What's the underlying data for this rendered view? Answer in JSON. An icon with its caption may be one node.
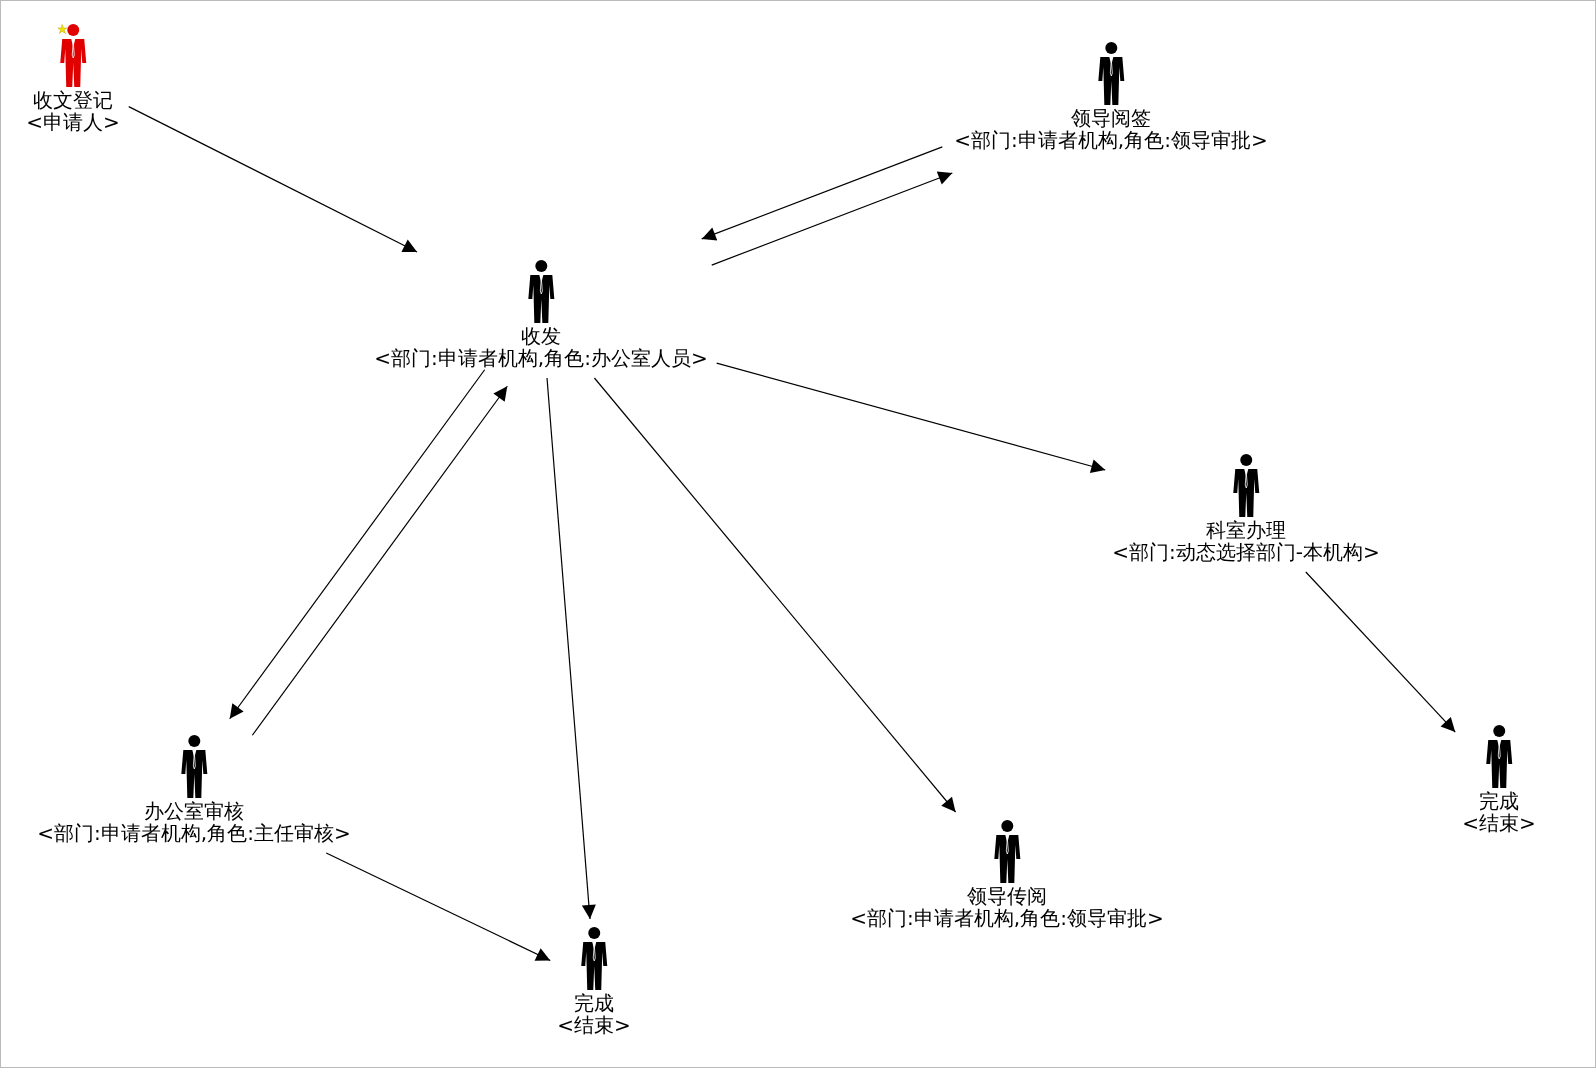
{
  "diagram": {
    "nodes": [
      {
        "text": [
          "收文登记",
          "<申请人>"
        ]
      },
      {
        "text": [
          "领导阅签",
          "<部门:申请者机构,角色:领导审批>"
        ]
      },
      {
        "text": [
          "收发",
          "<部门:申请者机构,角色:办公室人员>"
        ]
      },
      {
        "text": [
          "科室办理",
          "<部门:动态选择部门-本机构>"
        ]
      },
      {
        "text": [
          "办公室审核",
          "<部门:申请者机构,角色:主任审核>"
        ]
      },
      {
        "text": [
          "领导传阅",
          "<部门:申请者机构,角色:领导审批>"
        ]
      },
      {
        "text": [
          "完成",
          "<结束>"
        ]
      },
      {
        "text": [
          "完成",
          "<结束>"
        ]
      }
    ],
    "edges": [
      {
        "from": 0,
        "to": 2,
        "arrow": "to"
      },
      {
        "from": 2,
        "to": 1,
        "arrow": "to"
      },
      {
        "from": 1,
        "to": 2,
        "arrow": "to"
      },
      {
        "from": 2,
        "to": 3,
        "arrow": "to"
      },
      {
        "from": 2,
        "to": 4,
        "arrow": "to"
      },
      {
        "from": 4,
        "to": 2,
        "arrow": "to"
      },
      {
        "from": 2,
        "to": 7,
        "arrow": "to"
      },
      {
        "from": 2,
        "to": 5,
        "arrow": "to"
      },
      {
        "from": 3,
        "to": 6,
        "arrow": "to"
      },
      {
        "from": 4,
        "to": 7,
        "arrow": "to"
      }
    ]
  }
}
